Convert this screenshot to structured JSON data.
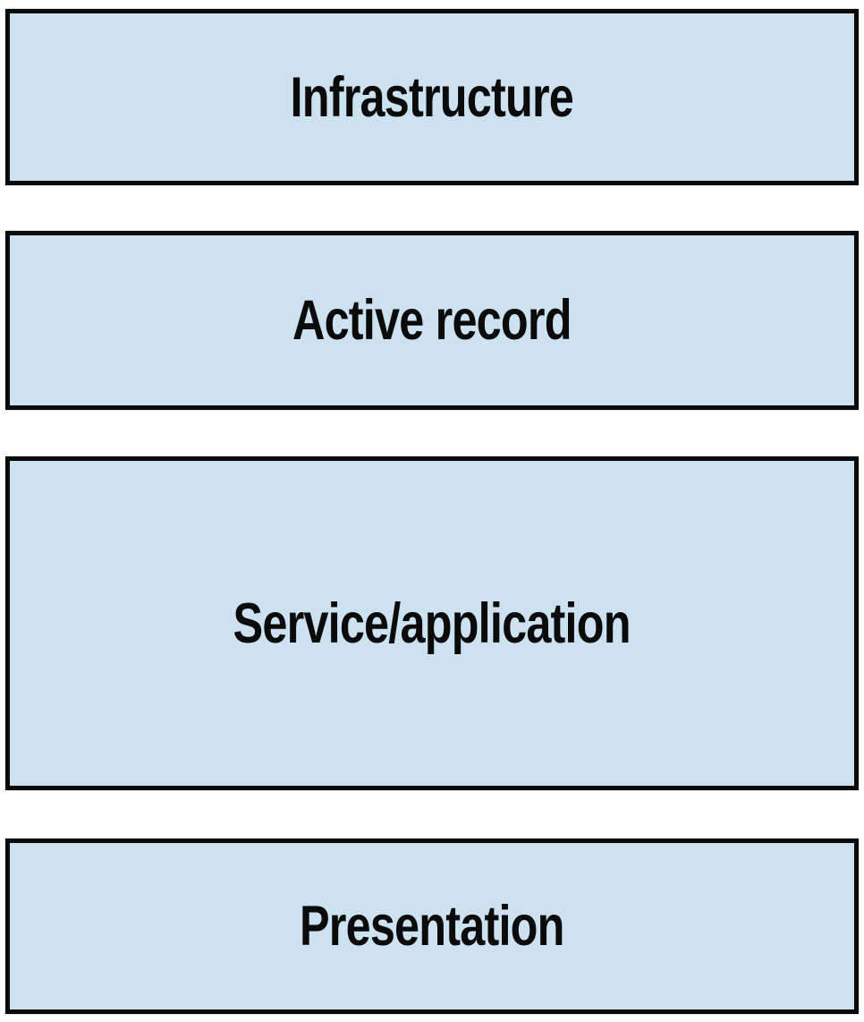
{
  "diagram": {
    "type": "layered-architecture",
    "colors": {
      "box_fill": "#cde2f0",
      "box_border": "#0a0a0a",
      "background": "#ffffff",
      "text": "#0b0b0b"
    },
    "layers": [
      {
        "label": "Infrastructure"
      },
      {
        "label": "Active record"
      },
      {
        "label": "Service/application"
      },
      {
        "label": "Presentation"
      }
    ]
  }
}
